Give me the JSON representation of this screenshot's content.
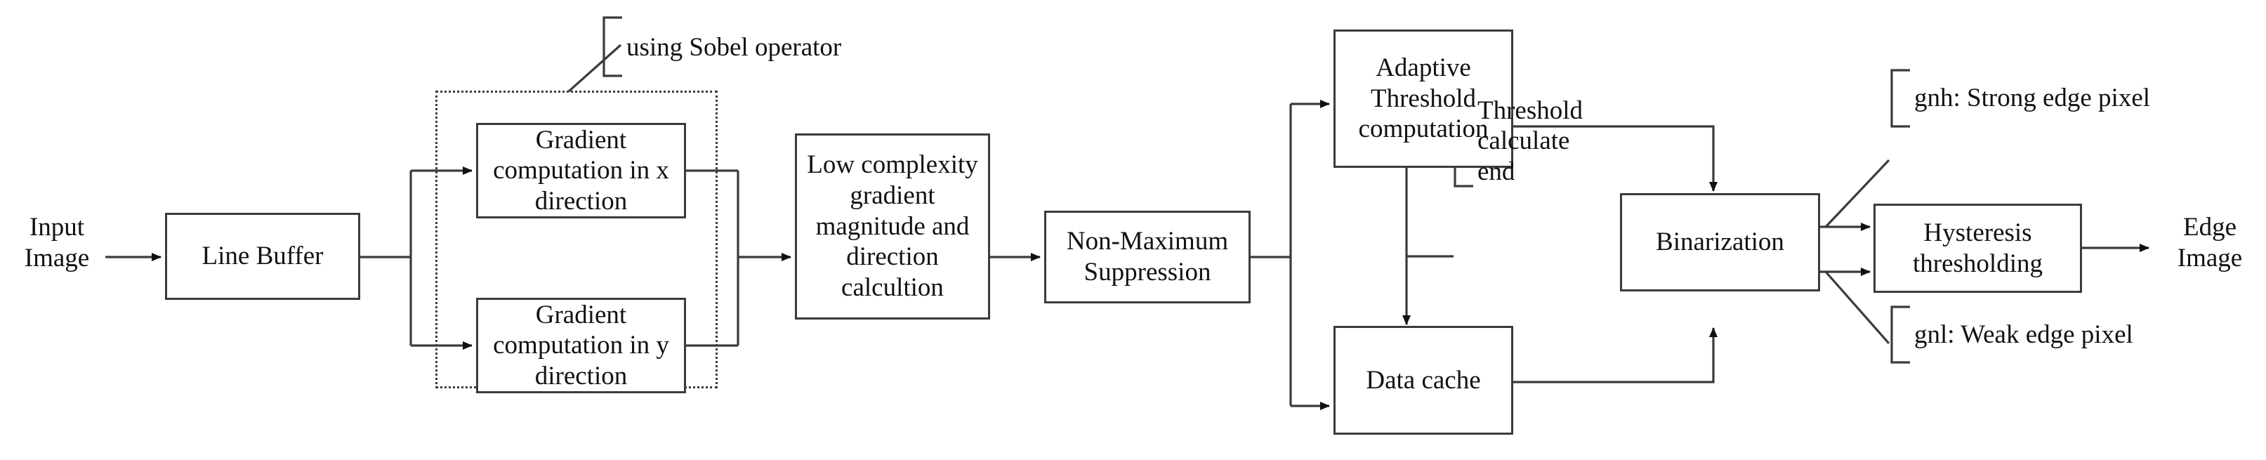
{
  "diagram": {
    "title": "Canny edge detection hardware pipeline block diagram",
    "colors": {
      "stroke": "#3b3b3b",
      "text": "#121212",
      "background": "#ffffff"
    },
    "io_labels": {
      "input": "Input\nImage",
      "output": "Edge\nImage"
    },
    "blocks": [
      {
        "id": "line-buffer",
        "label": "Line Buffer"
      },
      {
        "id": "gradient-x",
        "label": "Gradient\ncomputation in\nx direction"
      },
      {
        "id": "gradient-y",
        "label": "Gradient\ncomputation in\ny direction"
      },
      {
        "id": "low-complexity",
        "label": "Low\ncomplexity\ngradient\nmagnitude and\ndirection\ncalcultion"
      },
      {
        "id": "non-max-suppression",
        "label": "Non-Maximum\nSuppression"
      },
      {
        "id": "adaptive-threshold",
        "label": "Adaptive\nThreshold\ncomputation"
      },
      {
        "id": "data-cache",
        "label": "Data cache"
      },
      {
        "id": "binarization",
        "label": "Binarization"
      },
      {
        "id": "hysteresis",
        "label": "Hysteresis\nthresholding"
      }
    ],
    "annotations": [
      {
        "id": "sobel-note",
        "label": "using Sobel operator"
      },
      {
        "id": "threshold-end-note",
        "label": "Threshold\ncalculate\nend"
      },
      {
        "id": "gnh-note",
        "label": "gnh: Strong edge pixel"
      },
      {
        "id": "gnl-note",
        "label": "gnl: Weak edge pixel"
      }
    ],
    "groups": [
      {
        "id": "sobel-group",
        "label": ""
      }
    ]
  }
}
